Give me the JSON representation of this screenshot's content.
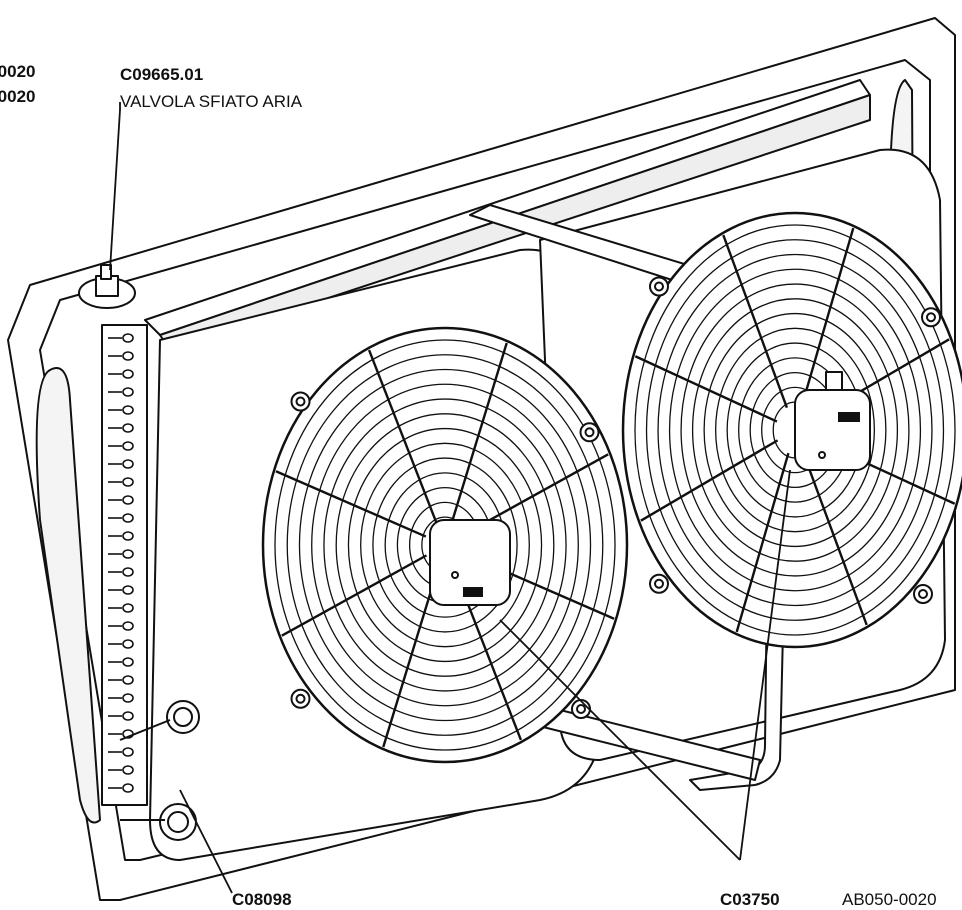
{
  "labels": {
    "left_code_1": "-0020",
    "left_code_2": "-0020",
    "valve_code": "C09665.01",
    "valve_desc": "VALVOLA SFIATO ARIA",
    "bottom_left_code": "C08098",
    "bottom_right_code": "C03750",
    "bottom_right_ref": "AB050-0020"
  },
  "colors": {
    "line": "#111111",
    "fill": "#ffffff",
    "shade": "#e8e8e8"
  },
  "icons": {
    "fan": "fan-icon",
    "motor": "motor-box-icon",
    "valve": "valve-icon",
    "connector": "pipe-connector-icon"
  }
}
